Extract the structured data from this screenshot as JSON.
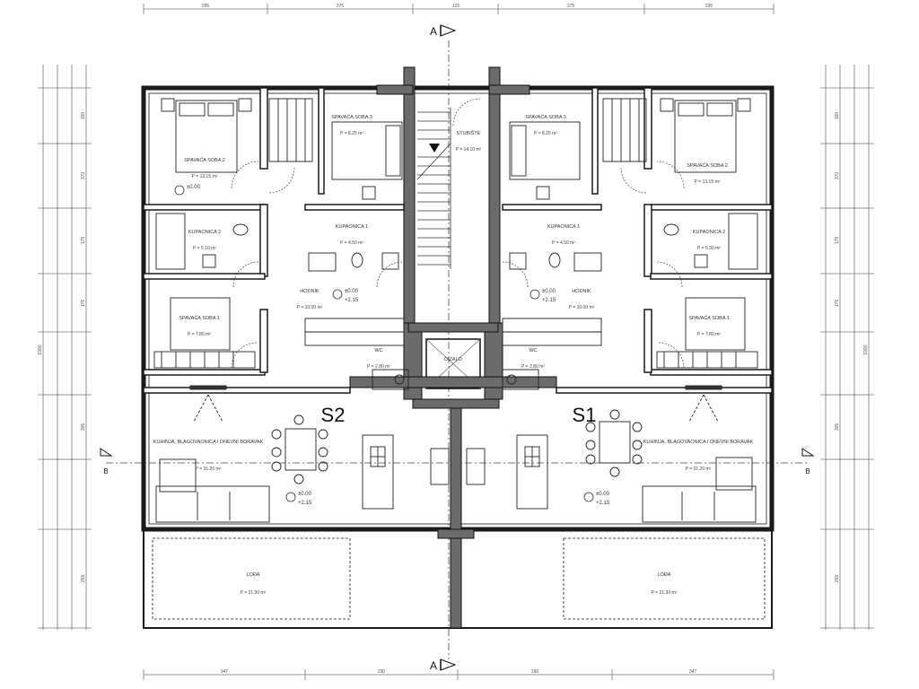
{
  "units": [
    {
      "id": "s2",
      "label": "S2"
    },
    {
      "id": "s1",
      "label": "S1"
    }
  ],
  "section_marker": "A",
  "elevation_marker": "B",
  "level_top": "±0.00",
  "level_bottom": "+2.15",
  "rooms": [
    {
      "id": "s2-bedroom-2",
      "name": "SPAVAĆA SOBA 2",
      "area": "P = 13.15 m²"
    },
    {
      "id": "s2-bedroom-3",
      "name": "SPAVAĆA SOBA 3",
      "area": "P = 8.25 m²"
    },
    {
      "id": "s2-bathroom-2",
      "name": "KUPAONICA 2",
      "area": "P = 5.10 m²"
    },
    {
      "id": "s2-bathroom-1",
      "name": "KUPAONICA 1",
      "area": "P = 4.50 m²"
    },
    {
      "id": "s2-hall",
      "name": "HODNIK",
      "area": "P = 10.00 m²"
    },
    {
      "id": "s2-bedroom-1",
      "name": "SPAVAĆA SOBA 1",
      "area": "P = 7.80 m²"
    },
    {
      "id": "s2-wc",
      "name": "WC",
      "area": "P = 2.80 m²"
    },
    {
      "id": "s2-living",
      "name": "KUHINJA, BLAGOVAONICA I DNEVNI BORAVAK",
      "area": "P = 31.20 m²"
    },
    {
      "id": "s2-loggia",
      "name": "LOĐA",
      "area": "P = 21.30 m²"
    },
    {
      "id": "stairs",
      "name": "STUBIŠTE",
      "area": "P = 14.10 m²"
    },
    {
      "id": "lift",
      "name": "DIZALO",
      "area": ""
    },
    {
      "id": "s1-bedroom-3",
      "name": "SPAVAĆA SOBA 3",
      "area": "P = 8.25 m²"
    },
    {
      "id": "s1-bedroom-2",
      "name": "SPAVAĆA SOBA 2",
      "area": "P = 13.15 m²"
    },
    {
      "id": "s1-bathroom-1",
      "name": "KUPAONICA 1",
      "area": "P = 4.50 m²"
    },
    {
      "id": "s1-bathroom-2",
      "name": "KUPAONICA 2",
      "area": "P = 5.30 m²"
    },
    {
      "id": "s1-hall",
      "name": "HODNIK",
      "area": "P = 10.00 m²"
    },
    {
      "id": "s1-bedroom-1",
      "name": "SPAVAĆA SOBA 1",
      "area": "P = 7.80 m²"
    },
    {
      "id": "s1-wc",
      "name": "WC",
      "area": "P = 2.80 m²"
    },
    {
      "id": "s1-living",
      "name": "KUHINJA, BLAGOVAONICA I DNEVNI BORAVAK",
      "area": "P = 31.20 m²"
    },
    {
      "id": "s1-loggia",
      "name": "LOĐA",
      "area": "P = 21.30 m²"
    }
  ],
  "dims_top": [
    "295",
    "375",
    "125",
    "375",
    "295"
  ],
  "dims_bottom": [
    "347",
    "290",
    "290",
    "347"
  ],
  "dims_left": [
    "150",
    "370",
    "175",
    "175",
    "305",
    "255"
  ],
  "dims_right": [
    "150",
    "370",
    "175",
    "175",
    "305",
    "255"
  ],
  "dims_overall": "1580",
  "colors": {
    "wall": "#1a1a1a",
    "wall_fill": "#6b6b6b",
    "line": "#333333",
    "thin": "#777777",
    "paper": "#ffffff"
  }
}
